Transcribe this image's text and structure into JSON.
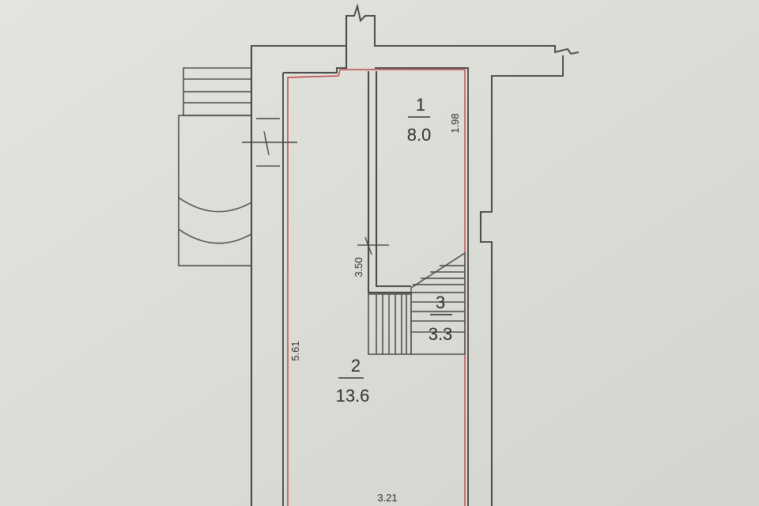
{
  "rooms": [
    {
      "number": "1",
      "area": "8.0"
    },
    {
      "number": "2",
      "area": "13.6"
    },
    {
      "number": "3",
      "area": "3.3"
    }
  ],
  "dimensions": {
    "room1_width": "1.98",
    "room1_length": "3.50",
    "room2_length": "5.61",
    "room2_width": "3.21"
  },
  "colors": {
    "background": "#dcdcd6",
    "wall": "#4a4a4a",
    "boundary": "#c0504d"
  }
}
